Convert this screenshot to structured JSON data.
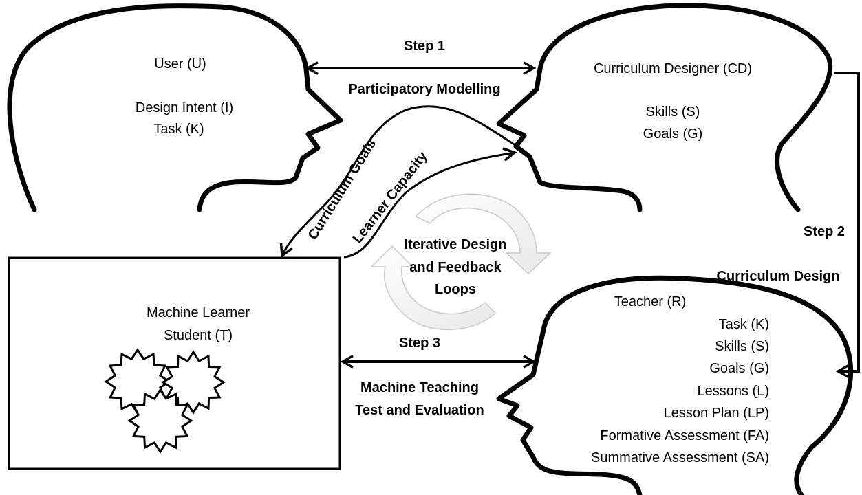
{
  "user_head": {
    "title": "User (U)",
    "items": [
      "Design Intent (I)",
      "Task (K)"
    ]
  },
  "designer_head": {
    "title": "Curriculum Designer (CD)",
    "items": [
      "Skills (S)",
      "Goals (G)"
    ]
  },
  "teacher_head": {
    "title": "Teacher (R)",
    "items": [
      "Task (K)",
      "Skills (S)",
      "Goals (G)",
      "Lessons (L)",
      "Lesson Plan (LP)",
      "Formative Assessment (FA)",
      "Summative Assessment (SA)"
    ]
  },
  "machine_box": {
    "line1": "Machine Learner",
    "line2": "Student (T)"
  },
  "step1": {
    "label": "Step 1",
    "caption": "Participatory Modelling"
  },
  "step2": {
    "label": "Step 2",
    "caption": "Curriculum Design"
  },
  "step3": {
    "label": "Step 3",
    "caption_line1": "Machine Teaching",
    "caption_line2": "Test and Evaluation"
  },
  "curve_labels": {
    "goals": "Curriculum Goals",
    "capacity": "Learner Capacity"
  },
  "cycle": {
    "line1": "Iterative Design",
    "line2": "and Feedback",
    "line3": "Loops"
  }
}
